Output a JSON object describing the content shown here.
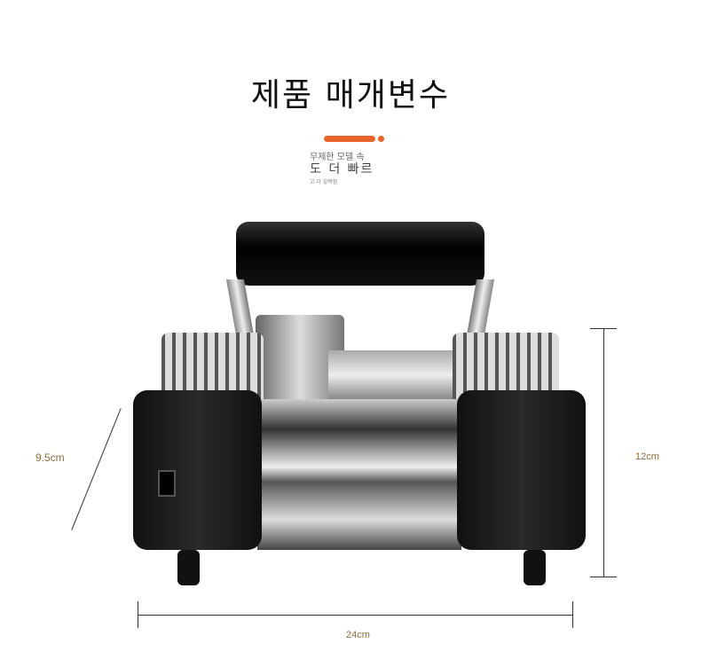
{
  "header": {
    "title": "제품 매개변수",
    "subtitle_line1": "무제한 모델 속",
    "subtitle_line2": "도 더 빠르",
    "subtitle_line3": "고 더 강력함",
    "accent": "#e8622a"
  },
  "dimensions": {
    "depth": "9.5cm",
    "height": "12cm",
    "width": "24cm"
  }
}
